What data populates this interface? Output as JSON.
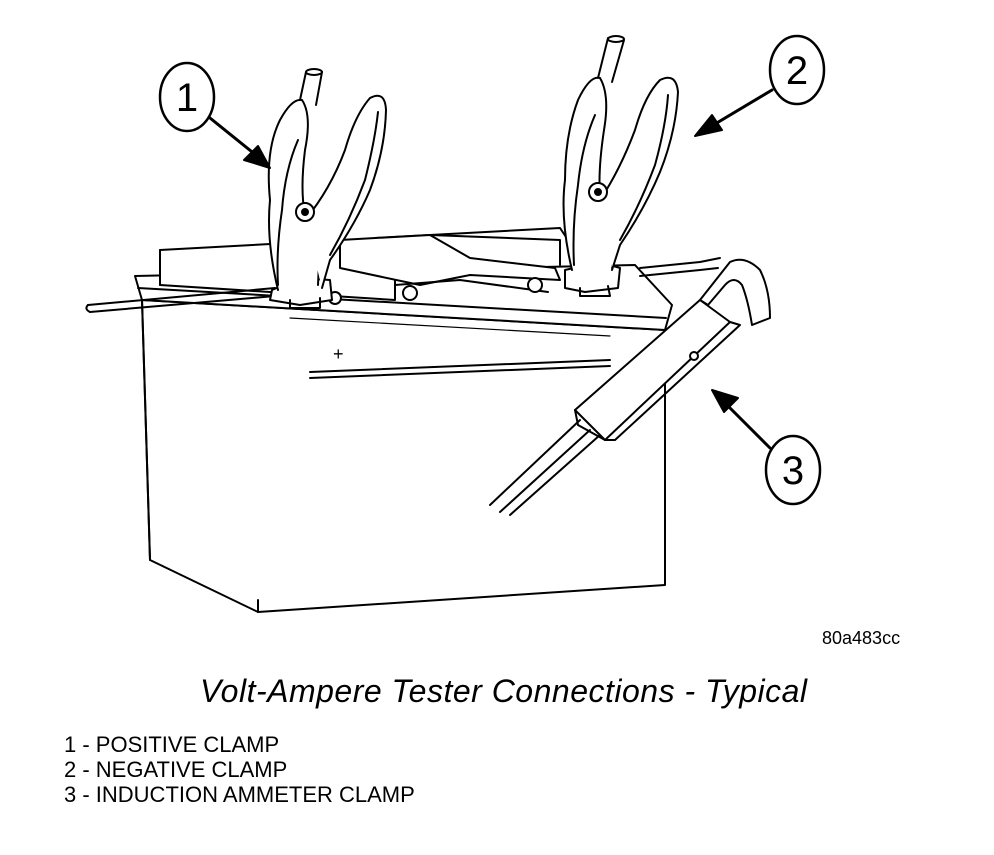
{
  "figure": {
    "plus_sign": "+",
    "callouts": [
      "1",
      "2",
      "3"
    ],
    "code": "80a483cc"
  },
  "caption": "Volt-Ampere Tester Connections - Typical",
  "legend": [
    "1 - POSITIVE CLAMP",
    "2 - NEGATIVE CLAMP",
    "3 - INDUCTION AMMETER CLAMP"
  ]
}
